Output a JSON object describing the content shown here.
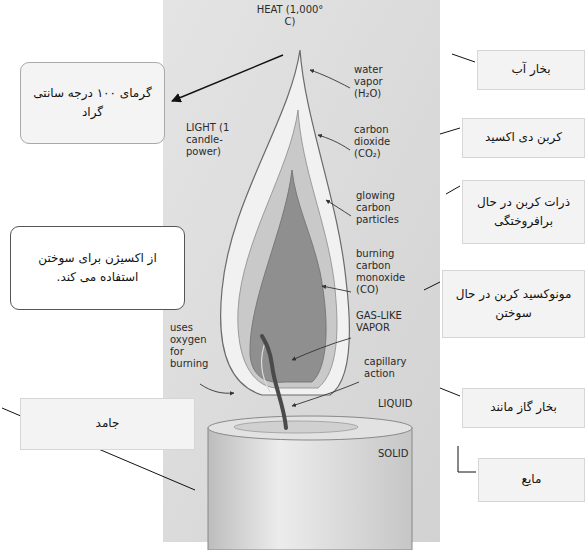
{
  "diagram": {
    "nodes": [
      {
        "text": [
          "بخار آب"
        ]
      },
      {
        "text": [
          "گرمای ۱۰۰ درجه سانتی گراد"
        ]
      },
      {
        "text": [
          "کربن دی اکسید"
        ]
      },
      {
        "text": [
          "ذرات کربن در حال برافروختگی"
        ]
      },
      {
        "text": [
          "از اکسیژن برای سوختن استفاده می کند."
        ]
      },
      {
        "text": [
          "مونوکسید کربن در حال سوختن"
        ]
      },
      {
        "text": [
          "بخار گاز مانند"
        ]
      },
      {
        "text": [
          "جامد"
        ]
      },
      {
        "text": [
          "مایع"
        ]
      }
    ],
    "labels": [
      "HEAT (1,000° C)",
      "water vapor (H₂O)",
      "LIGHT (1 candle-power)",
      "carbon dioxide (CO₂)",
      "glowing carbon particles",
      "burning carbon monoxide (CO)",
      "uses oxygen for burning",
      "GAS-LIKE VAPOR",
      "capillary action",
      "LIQUID",
      "SOLID"
    ]
  }
}
